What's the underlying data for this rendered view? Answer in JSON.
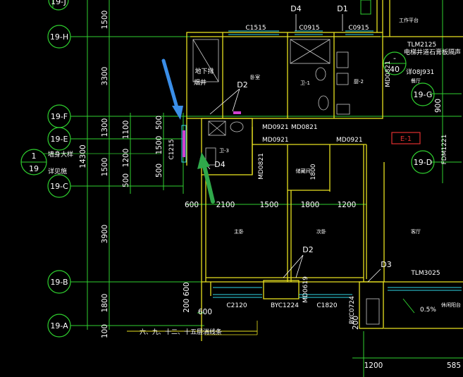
{
  "axes": {
    "top": "19-J",
    "h": "19-H",
    "f": "19-F",
    "e": "19-E",
    "c": "19-C",
    "b": "19-B",
    "a": "19-A",
    "g": "19-G",
    "d": "19-D"
  },
  "detail_bubble": {
    "top": "1",
    "bottom": "19"
  },
  "window_bubble": {
    "top": "-",
    "bottom": "40"
  },
  "notes": {
    "detail_1": "墙身大样",
    "detail_2": "详见施",
    "floors": "六、九、十二、十五层消线条"
  },
  "dims": {
    "v_1500_top": "1500",
    "v_3300": "3300",
    "v_1300": "1300",
    "v_1500_mid": "1500",
    "v_3900": "3900",
    "v_1800": "1800",
    "v_100": "100",
    "v_14300": "14300",
    "v_1100": "1100",
    "v_1200": "1200",
    "v_500_a": "500",
    "v_500_b": "500",
    "v_1500_c": "1500",
    "v_500_c": "500",
    "v_200_600": "200 600",
    "v_200_b": "200",
    "v_900": "900",
    "h_600": "600",
    "h_2100": "2100",
    "h_1500": "1500",
    "h_1800": "1800",
    "h_1200": "1200",
    "h_600_b": "600",
    "h_1200_b": "1200",
    "h_585": "585"
  },
  "tags": {
    "c1515": "C1515",
    "c0915_a": "C0915",
    "c0915_b": "C0915",
    "d4_top": "D4",
    "d1": "D1",
    "tlm2125": "TLM2125",
    "elevator_note": "电梯井道石膏板隔声",
    "wall_ref": "详08J931",
    "d2_top": "D2",
    "d4_mid": "D4",
    "d2_bottom": "D2",
    "d3": "D3",
    "md0921_a": "MD0921",
    "md0821_a": "MD0821",
    "md0921_b": "MD0921",
    "md0921_c": "MD0921",
    "md0821_b": "MD0821",
    "c1215": "C1215",
    "md0821_c": "MD0821",
    "fdm1221": "FDM1221",
    "dim_1800": "1800",
    "md0621": "MD0619",
    "byc0724": "BYC0724",
    "c2120": "C2120",
    "byc1224": "BYC1224",
    "c1820": "C1820",
    "tlm3025": "TLM3025",
    "slope": "0.5%",
    "section": "E-1"
  },
  "rooms": {
    "shaft_top": "工作平台",
    "underground_1": "地下排",
    "underground_2": "烟井",
    "bedroom_north": "卧室",
    "bath_1": "卫-1",
    "bath_2": "厨-2",
    "bath_3": "卫-3",
    "storage": "储藏间",
    "master_bedroom": "主卧",
    "second_bedroom": "次卧",
    "living": "客厅",
    "dining": "餐厅",
    "balcony": "休闲阳台"
  },
  "colors": {
    "background": "#000000",
    "axis": "#2fd02f",
    "wall": "#e8e020",
    "window": "#30d8e8",
    "tag_red": "#e03030",
    "arrow_blue": "#3a8ee8",
    "arrow_green": "#2fa84a",
    "accent_magenta": "#d040d0"
  }
}
